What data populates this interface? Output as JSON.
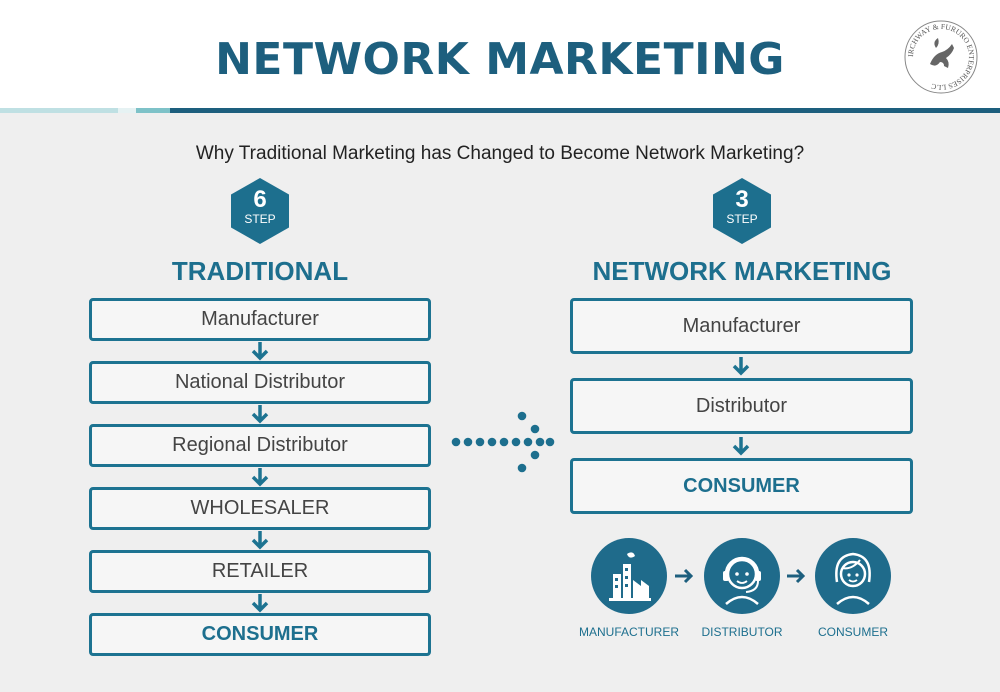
{
  "header": {
    "title": "NETWORK MARKETING",
    "logo_ring_text": "IRCHWAY & FURURO ENTERPRISES LLC"
  },
  "subtitle": "Why Traditional Marketing has Changed to Become Network Marketing?",
  "traditional": {
    "step_number": "6",
    "step_label": "STEP",
    "title": "TRADITIONAL",
    "steps": [
      "Manufacturer",
      "National Distributor",
      "Regional Distributor",
      "WHOLESALER",
      "RETAILER",
      "CONSUMER"
    ]
  },
  "network": {
    "step_number": "3",
    "step_label": "STEP",
    "title": "NETWORK MARKETING",
    "steps": [
      "Manufacturer",
      "Distributor",
      "CONSUMER"
    ],
    "icons": [
      {
        "icon": "factory-icon",
        "label": "MANUFACTURER"
      },
      {
        "icon": "headset-person-icon",
        "label": "DISTRIBUTOR"
      },
      {
        "icon": "woman-consumer-icon",
        "label": "CONSUMER"
      }
    ]
  },
  "colors": {
    "primary": "#1d6f8e",
    "dark_title": "#1d5f7e",
    "box_border": "#1d7391",
    "background": "#efefef"
  }
}
